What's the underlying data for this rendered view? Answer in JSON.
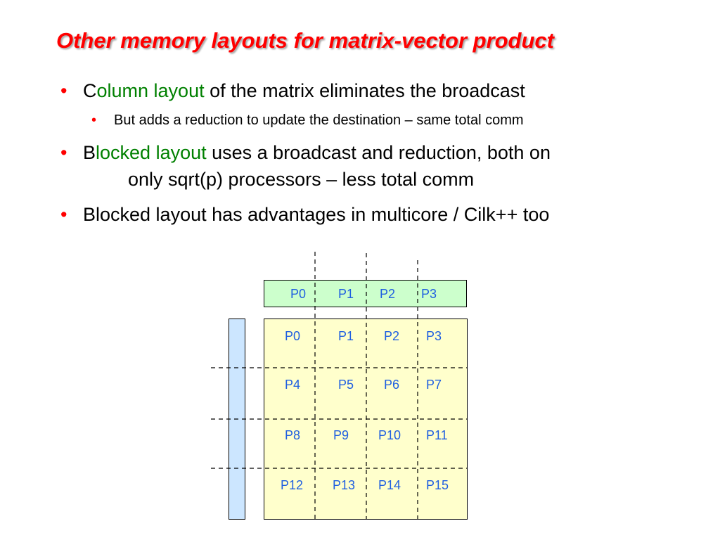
{
  "slide": {
    "title": "Other memory layouts for matrix-vector product",
    "bullet_glyph": "•",
    "bullets": [
      {
        "prefix": "C",
        "highlight": "olumn layout",
        "rest": " of the matrix eliminates the broadcast"
      },
      {
        "sub": "But adds a reduction to update the destination – same total comm"
      },
      {
        "prefix": "B",
        "highlight": "locked layout",
        "rest": " uses a broadcast and reduction, both on",
        "continuation": "only sqrt(p) processors – less total comm"
      },
      {
        "text": "Blocked layout has advantages in multicore / Cilk++ too"
      }
    ],
    "colors": {
      "title": "#ff0000",
      "bullet": "#ff0000",
      "highlight": "#008000",
      "processor_label": "#1f5fe0",
      "vector_fill": "#ccffcc",
      "matrix_fill": "#ffffcc",
      "destination_fill": "#cce6ff"
    }
  },
  "diagram": {
    "vector_row": [
      "P0",
      "P1",
      "P2",
      "P3"
    ],
    "matrix": [
      [
        "P0",
        "P1",
        "P2",
        "P3"
      ],
      [
        "P4",
        "P5",
        "P6",
        "P7"
      ],
      [
        "P8",
        "P9",
        "P10",
        "P11"
      ],
      [
        "P12",
        "P13",
        "P14",
        "P15"
      ]
    ]
  }
}
